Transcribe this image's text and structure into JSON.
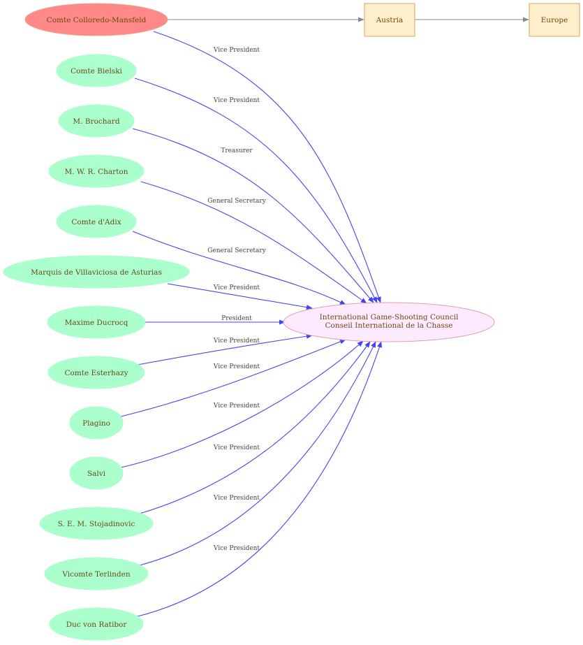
{
  "colors": {
    "person_fill": "#aaffcc",
    "root_fill": "#ff8888",
    "root_stroke": "#e6a58a",
    "box_fill": "#ffeecc",
    "box_stroke": "#d9a45b",
    "council_fill": "#fdeaff",
    "council_stroke": "#e0a0a8",
    "role_edge": "#4444ee",
    "location_edge": "#888899",
    "text": "#6b4a12"
  },
  "council": {
    "line1": "International Game-Shooting Council",
    "line2": "Conseil International de la Chasse"
  },
  "locations": {
    "country": "Austria",
    "region": "Europe"
  },
  "members": [
    {
      "name": "Comte Colloredo-Mansfeld",
      "role": "Vice President",
      "root": true
    },
    {
      "name": "Comte Bielski",
      "role": "Vice President"
    },
    {
      "name": "M. Brochard",
      "role": "Treasurer"
    },
    {
      "name": "M. W. R. Charton",
      "role": "General Secretary"
    },
    {
      "name": "Comte d'Adix",
      "role": "General Secretary"
    },
    {
      "name": "Marquis  de Villaviciosa de Asturias",
      "role": "Vice President"
    },
    {
      "name": "Maxime Ducrocq",
      "role": "President"
    },
    {
      "name": "Comte Esterhazy",
      "role": "Vice President"
    },
    {
      "name": "Plagino",
      "role": "Vice President"
    },
    {
      "name": "Salvi",
      "role": "Vice President"
    },
    {
      "name": "S. E. M. Stojadinovic",
      "role": "Vice President"
    },
    {
      "name": "Vicomte Terlinden",
      "role": "Vice President"
    },
    {
      "name": "Duc von Ratibor",
      "role": "Vice President"
    }
  ]
}
